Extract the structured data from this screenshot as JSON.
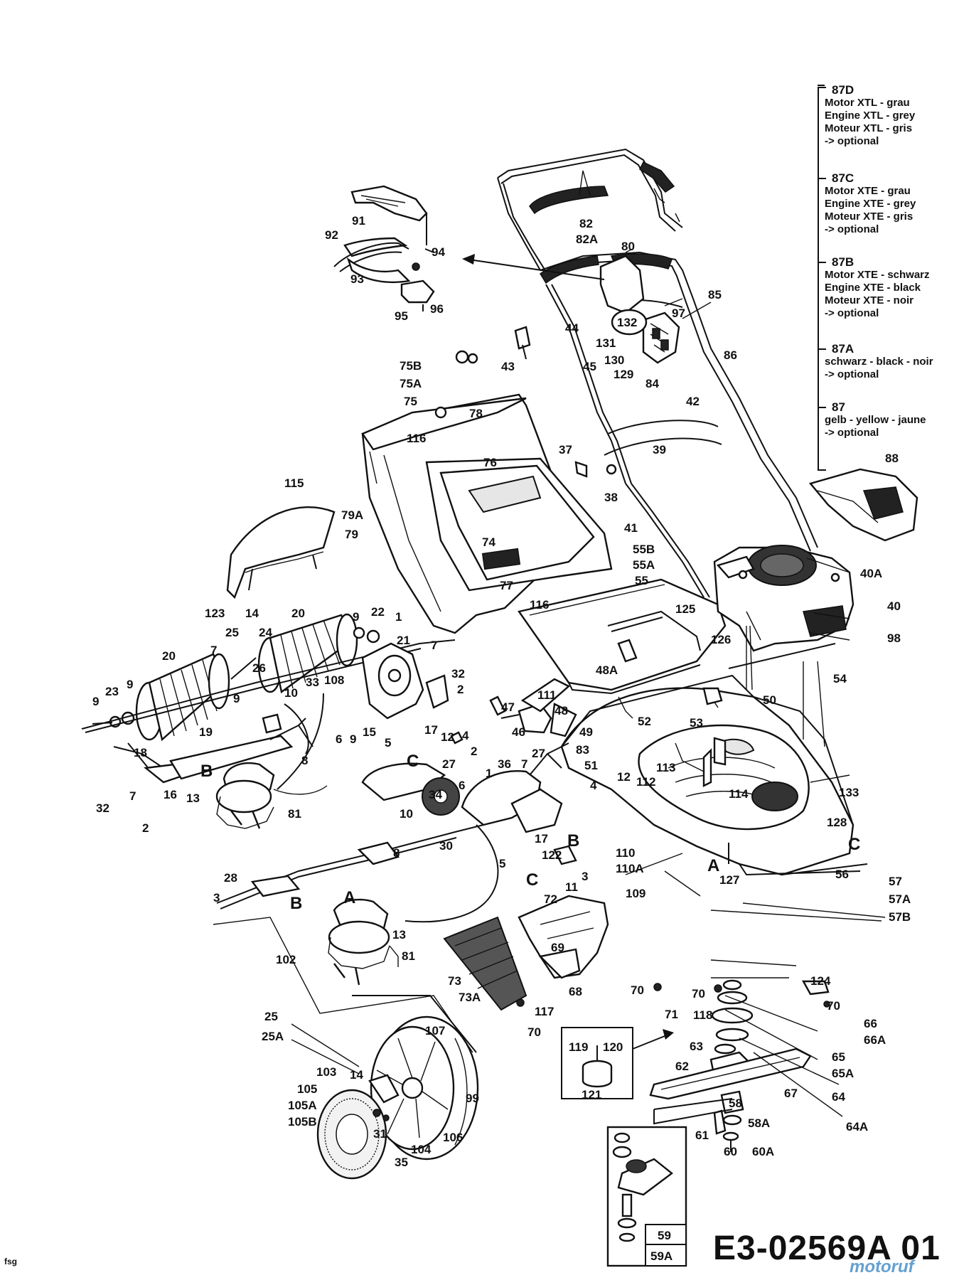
{
  "drawing_code": "E3-02569A 01",
  "corner_code": "fsg",
  "watermark": "motoruf",
  "legend": [
    {
      "id": "87D",
      "lines": [
        "Motor XTL - grau",
        "Engine XTL - grey",
        "Moteur XTL - gris",
        "-> optional"
      ]
    },
    {
      "id": "87C",
      "lines": [
        "Motor XTE - grau",
        "Engine XTE - grey",
        "Moteur XTE - gris",
        "-> optional"
      ]
    },
    {
      "id": "87B",
      "lines": [
        "Motor XTE - schwarz",
        "Engine XTE - black",
        "Moteur XTE - noir",
        "-> optional"
      ]
    },
    {
      "id": "87A",
      "lines": [
        "schwarz - black - noir",
        "-> optional"
      ]
    },
    {
      "id": "87",
      "lines": [
        "gelb - yellow - jaune",
        "-> optional"
      ]
    }
  ],
  "labels": {
    "l91": "91",
    "l92": "92",
    "l93": "93",
    "l94": "94",
    "l95": "95",
    "l96": "96",
    "l82": "82",
    "l82A": "82A",
    "l80": "80",
    "l85": "85",
    "l97": "97",
    "l132": "132",
    "l44": "44",
    "l131": "131",
    "l130": "130",
    "l129": "129",
    "l86": "86",
    "l84": "84",
    "l43": "43",
    "l45": "45",
    "l42": "42",
    "l75B": "75B",
    "l75A": "75A",
    "l75": "75",
    "l78": "78",
    "l116a": "116",
    "l37": "37",
    "l39": "39",
    "l38": "38",
    "l88": "88",
    "l76": "76",
    "l115": "115",
    "l79A": "79A",
    "l79": "79",
    "l74": "74",
    "l41": "41",
    "l55B": "55B",
    "l55A": "55A",
    "l55": "55",
    "l77": "77",
    "l116b": "116",
    "l40A": "40A",
    "l125": "125",
    "l40": "40",
    "l126": "126",
    "l98": "98",
    "l123": "123",
    "l14a": "14",
    "l20a": "20",
    "l9a": "9",
    "l22": "22",
    "l1a": "1",
    "l25a": "25",
    "l24": "24",
    "l7a": "7",
    "l21": "21",
    "l20b": "20",
    "l7b": "7",
    "l26": "26",
    "l32a": "32",
    "l9b": "9",
    "l33": "33",
    "l108": "108",
    "l2a": "2",
    "l23": "23",
    "l9c": "9",
    "l9d": "9",
    "l10a": "10",
    "l48A": "48A",
    "l54": "54",
    "l111": "111",
    "l50": "50",
    "l47": "47",
    "l48": "48",
    "l53": "53",
    "l52": "52",
    "l12a": "12",
    "l4a": "4",
    "l19": "19",
    "l15": "15",
    "l17a": "17",
    "l6a": "6",
    "l9e": "9",
    "l46": "46",
    "l49": "49",
    "l5a": "5",
    "l18": "18",
    "l83": "83",
    "l2b": "2",
    "l27a": "27",
    "l27b": "27",
    "l36": "36",
    "l7c": "7",
    "l51": "51",
    "l113": "113",
    "l8a": "8",
    "l12b": "12",
    "l112": "112",
    "l16": "16",
    "l32b": "32",
    "l7d": "7",
    "l13a": "13",
    "l1b": "1",
    "l6b": "6",
    "l4b": "4",
    "l2c": "2",
    "l81a": "81",
    "l34": "34",
    "l114": "114",
    "l133": "133",
    "l10b": "10",
    "l128": "128",
    "l17b": "17",
    "l30": "30",
    "l110": "110",
    "l110A": "110A",
    "l8b": "8",
    "l5b": "5",
    "l122": "122",
    "l3a": "3",
    "l56": "56",
    "l11": "11",
    "l109": "109",
    "l127": "127",
    "l57": "57",
    "l57A": "57A",
    "l57B": "57B",
    "l28": "28",
    "l3b": "3",
    "l72": "72",
    "l13b": "13",
    "l102": "102",
    "l81b": "81",
    "l69": "69",
    "l73": "73",
    "l73A": "73A",
    "l68": "68",
    "l70a": "70",
    "l71": "71",
    "l70b": "70",
    "l124": "124",
    "l70c": "70",
    "l117": "117",
    "l70d": "70",
    "l118": "118",
    "l66": "66",
    "l66A": "66A",
    "l25b": "25",
    "l25A": "25A",
    "l107": "107",
    "l119": "119",
    "l120": "120",
    "l63": "63",
    "l65": "65",
    "l62": "62",
    "l65A": "65A",
    "l121": "121",
    "l103": "103",
    "l14b": "14",
    "l105": "105",
    "l105A": "105A",
    "l105B": "105B",
    "l99": "99",
    "l67": "67",
    "l64": "64",
    "l58": "58",
    "l58A": "58A",
    "l64A": "64A",
    "l61": "61",
    "l31": "31",
    "l106": "106",
    "l104": "104",
    "l35": "35",
    "l60": "60",
    "l60A": "60A",
    "l59": "59",
    "l59A": "59A"
  },
  "ref_letters": {
    "A1": "A",
    "A2": "A",
    "B1": "B",
    "B2": "B",
    "B3": "B",
    "C1": "C",
    "C2": "C",
    "C3": "C"
  }
}
